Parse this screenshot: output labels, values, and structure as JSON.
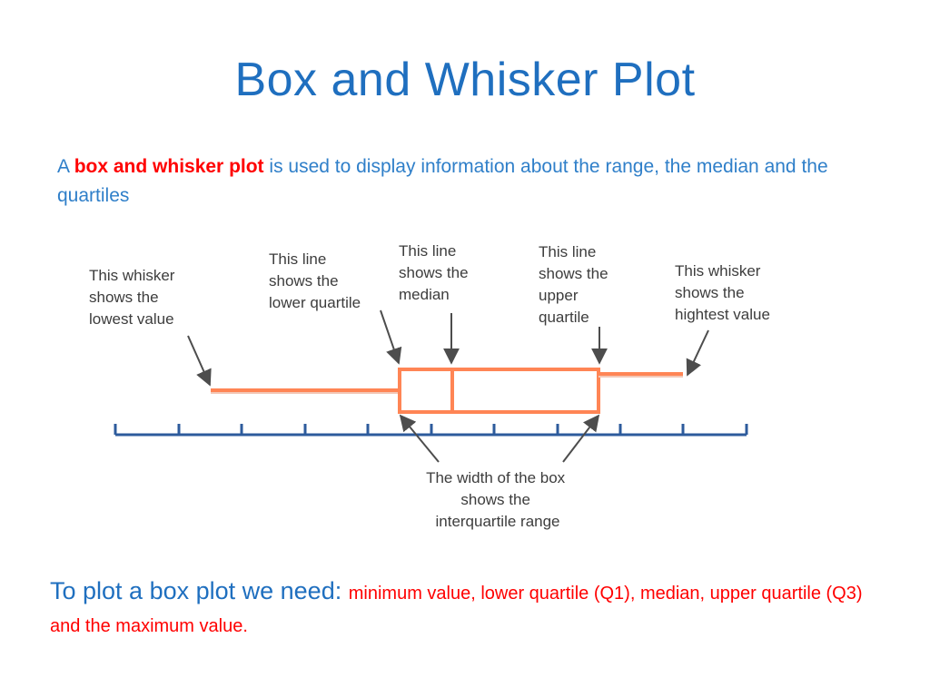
{
  "slide": {
    "title": "Box and Whisker Plot",
    "intro": {
      "prefix": "A ",
      "highlight": "box and whisker plot",
      "suffix": " is used to display information about the range, the median and the quartiles"
    },
    "labels": {
      "lowest_whisker": [
        "This whisker",
        "shows the",
        "lowest value"
      ],
      "lower_quartile": [
        "This line",
        "shows the",
        "lower quartile"
      ],
      "median": [
        "This line",
        "shows the",
        "median"
      ],
      "upper_quartile": [
        "This line",
        "shows the",
        "upper",
        "quartile"
      ],
      "highest_whisker": [
        "This whisker",
        "shows the",
        "hightest value"
      ],
      "box_width": [
        "The width of the box",
        "shows the",
        "interquartile range"
      ]
    },
    "footer": {
      "lead": "To plot a box plot we need: ",
      "detail": "minimum value, lower quartile (Q1), median, upper quartile (Q3) and the maximum value."
    }
  },
  "colors": {
    "title": "#1f6fbf",
    "body_text": "#2f7fc9",
    "highlight": "#ff0000",
    "box_plot": "#ff8555",
    "axis": "#2d5b9c",
    "arrow": "#4d4d4d"
  }
}
